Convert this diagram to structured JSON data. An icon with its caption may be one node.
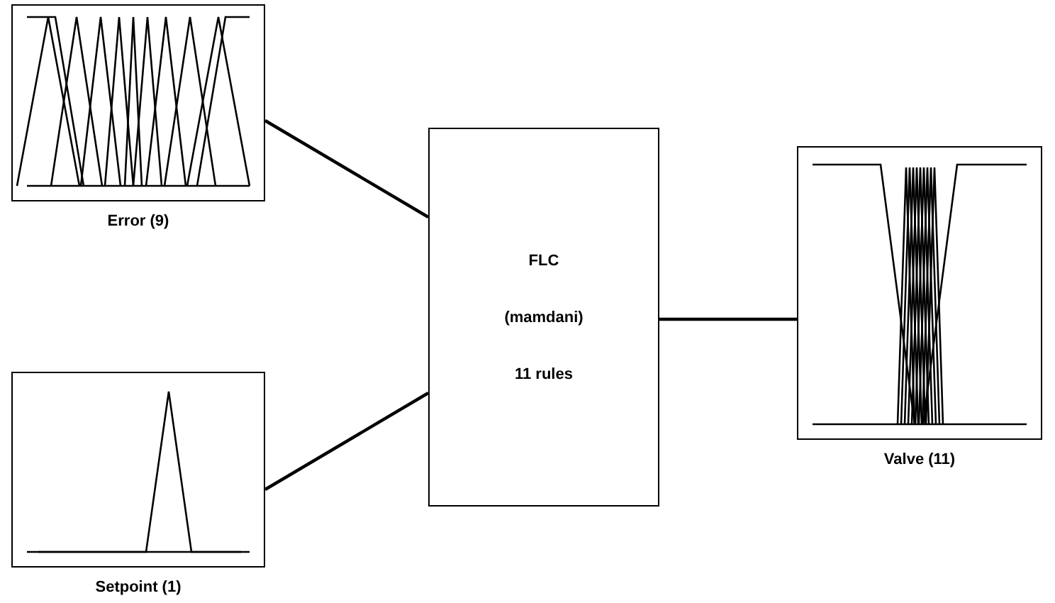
{
  "diagram": {
    "nodes": [
      {
        "text": [
          "Error (9)"
        ]
      },
      {
        "text": [
          "Setpoint (1)"
        ]
      },
      {
        "text": [
          "FLC",
          "(mamdani)",
          "11 rules"
        ]
      },
      {
        "text": [
          "Valve (11)"
        ]
      }
    ],
    "edges": [
      {
        "from": 0,
        "to": 2,
        "arrow": "none"
      },
      {
        "from": 1,
        "to": 2,
        "arrow": "none"
      },
      {
        "from": 2,
        "to": 3,
        "arrow": "none"
      }
    ]
  }
}
